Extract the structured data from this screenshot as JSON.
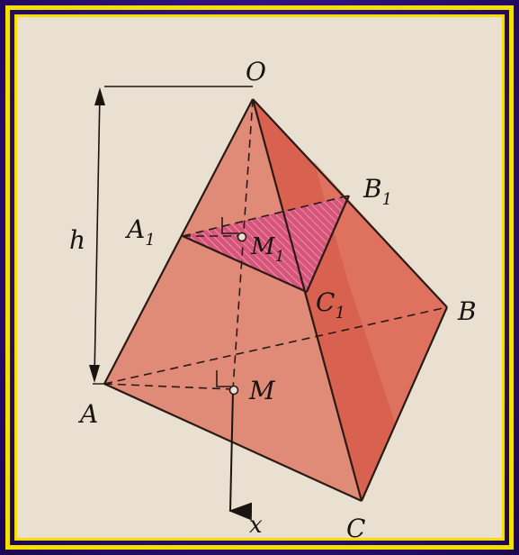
{
  "diagram": {
    "vertices": {
      "apex": "O",
      "base_a": "A",
      "base_b": "B",
      "base_c": "C",
      "section_a": "A",
      "section_a_sub": "1",
      "section_b": "B",
      "section_b_sub": "1",
      "section_c": "C",
      "section_c_sub": "1"
    },
    "points": {
      "foot": "M",
      "section_foot": "M",
      "section_foot_sub": "1"
    },
    "height_label": "h",
    "axis_label": "x"
  },
  "colors": {
    "background": "#2e0f78",
    "frame": "#f3e000",
    "paper": "#e9e0d2",
    "face_left": "#e08a78",
    "face_front": "#d9614f",
    "face_right": "#e3826d",
    "section": "#d7557a",
    "ink": "#1a1410"
  }
}
